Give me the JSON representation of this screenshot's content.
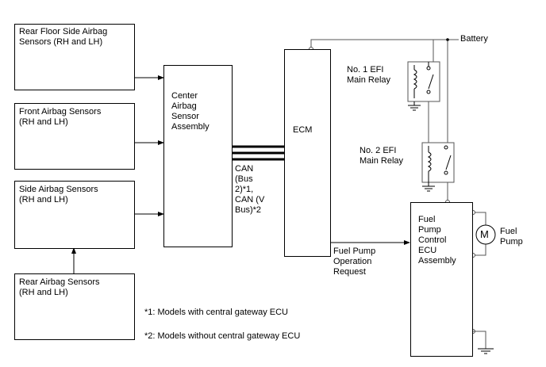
{
  "blocks": {
    "rear_floor_side": "Rear Floor Side Airbag\nSensors (RH and LH)",
    "front_airbag": "Front Airbag Sensors\n(RH and LH)",
    "side_airbag": "Side Airbag Sensors\n(RH and LH)",
    "rear_airbag": "Rear Airbag Sensors\n(RH and LH)",
    "center_airbag": "Center\nAirbag\nSensor\nAssembly",
    "ecm": "ECM",
    "fuel_pump_ecu": "Fuel\nPump\nControl\nECU\nAssembly"
  },
  "labels": {
    "battery": "Battery",
    "efi1": "No. 1 EFI\nMain Relay",
    "efi2": "No. 2 EFI\nMain Relay",
    "can": "CAN\n(Bus\n2)*1,\nCAN (V\nBus)*2",
    "fuel_pump_request": "Fuel Pump\nOperation\nRequest",
    "fuel_pump": "Fuel\nPump",
    "motor_symbol": "M"
  },
  "notes": {
    "note1": "*1: Models with central gateway ECU",
    "note2": "*2: Models without central gateway ECU"
  }
}
